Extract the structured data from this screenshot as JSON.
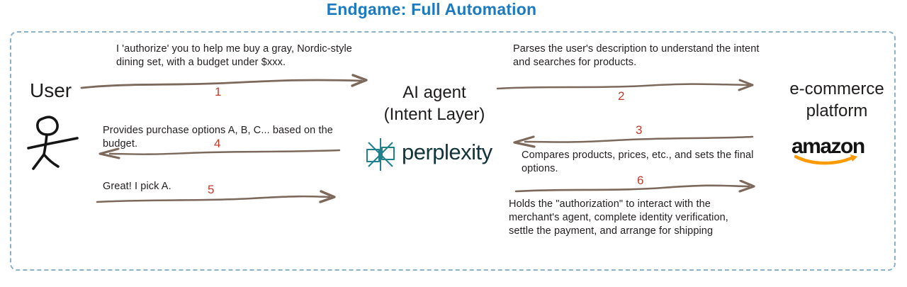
{
  "title": "Endgame: Full Automation",
  "actors": {
    "user": {
      "label": "User",
      "icon": "stick-figure-user-icon"
    },
    "agent": {
      "name_line1": "AI agent",
      "name_line2": "(Intent Layer)",
      "logo_text": "perplexity",
      "logo_icon": "perplexity-logomark-icon"
    },
    "platform": {
      "name_line1": "e-commerce",
      "name_line2": "platform",
      "logo_text": "amazon",
      "logo_icon": "amazon-smile-icon"
    }
  },
  "messages": [
    {
      "step": "1",
      "from": "User",
      "to": "AI agent",
      "direction": "right",
      "text": "I 'authorize' you to help me buy a gray, Nordic-style dining set, with a budget under $xxx."
    },
    {
      "step": "2",
      "from": "AI agent",
      "to": "e-commerce platform",
      "direction": "right",
      "text": "Parses the user's description to understand the intent and searches for products."
    },
    {
      "step": "3",
      "from": "e-commerce platform",
      "to": "AI agent",
      "direction": "left",
      "text": "Compares products, prices, etc., and sets the final options."
    },
    {
      "step": "4",
      "from": "AI agent",
      "to": "User",
      "direction": "left",
      "text": "Provides purchase options A, B, C... based on the budget."
    },
    {
      "step": "5",
      "from": "User",
      "to": "AI agent",
      "direction": "right",
      "text": "Great! I pick A."
    },
    {
      "step": "6",
      "from": "AI agent",
      "to": "e-commerce platform",
      "direction": "right",
      "text": "Holds the \"authorization\" to interact with the merchant's agent, complete identity verification, settle the payment, and arrange for shipping"
    }
  ],
  "colors": {
    "title": "#1b7ac1",
    "border": "#8cb2ca",
    "arrow": "#7c695b",
    "step_number": "#c03a2b",
    "text": "#242021",
    "perplexity_teal": "#20808d",
    "perplexity_dark": "#13343b",
    "amazon_orange": "#ff9900"
  }
}
